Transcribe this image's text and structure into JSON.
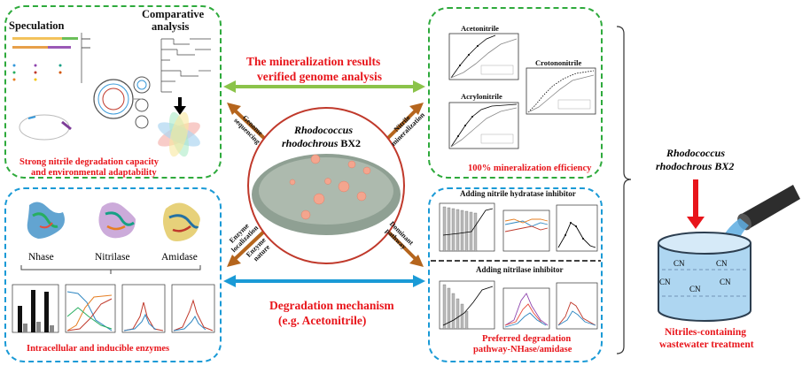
{
  "top_left": {
    "title_left": "Speculation",
    "title_right_1": "Comparative",
    "title_right_2": "analysis",
    "caption_1": "Strong nitrile degradation capacity",
    "caption_2": "and environmental adaptability"
  },
  "top_right": {
    "chart1_title": "Acetonitrile",
    "chart2_title": "Crotononitrile",
    "chart3_title": "Acrylonitrile",
    "caption": "100% mineralization efficiency"
  },
  "bottom_left": {
    "enzymes": [
      "Nhase",
      "Nitrilase",
      "Amidase"
    ],
    "caption": "Intracellular and inducible enzymes"
  },
  "bottom_right": {
    "label_top": "Adding  nitrile hydratase inhibitor",
    "label_bottom": "Adding nitrilase inhibitor",
    "caption_1": "Preferred degradation",
    "caption_2": "pathway-NHase/amidase"
  },
  "center": {
    "top_text_1": "The mineralization results",
    "top_text_2": "verified genome analysis",
    "bottom_text_1": "Degradation mechanism",
    "bottom_text_2": "(e.g. Acetonitrile)",
    "organism_1": "Rhodococcus",
    "organism_2": "rhodochrous",
    "strain": "BX2",
    "arrow_genome": "Genome sequencing",
    "arrow_nitrile": "Nitrile mineralization",
    "arrow_enzyme_1": "Enzyme localization",
    "arrow_enzyme_2": "Enzyme nature",
    "arrow_dominant": "Dominant pathway"
  },
  "right": {
    "organism_1": "Rhodococcus",
    "organism_2": "rhodochrous BX2",
    "cn_labels": [
      "CN",
      "CN",
      "CN",
      "CN",
      "CN"
    ],
    "caption_1": "Nitriles-containing",
    "caption_2": "wastewater treatment"
  },
  "colors": {
    "red": "#e8151b",
    "green": "#2eaa3c",
    "blue": "#1a9ad6",
    "brown": "#b5651d"
  }
}
